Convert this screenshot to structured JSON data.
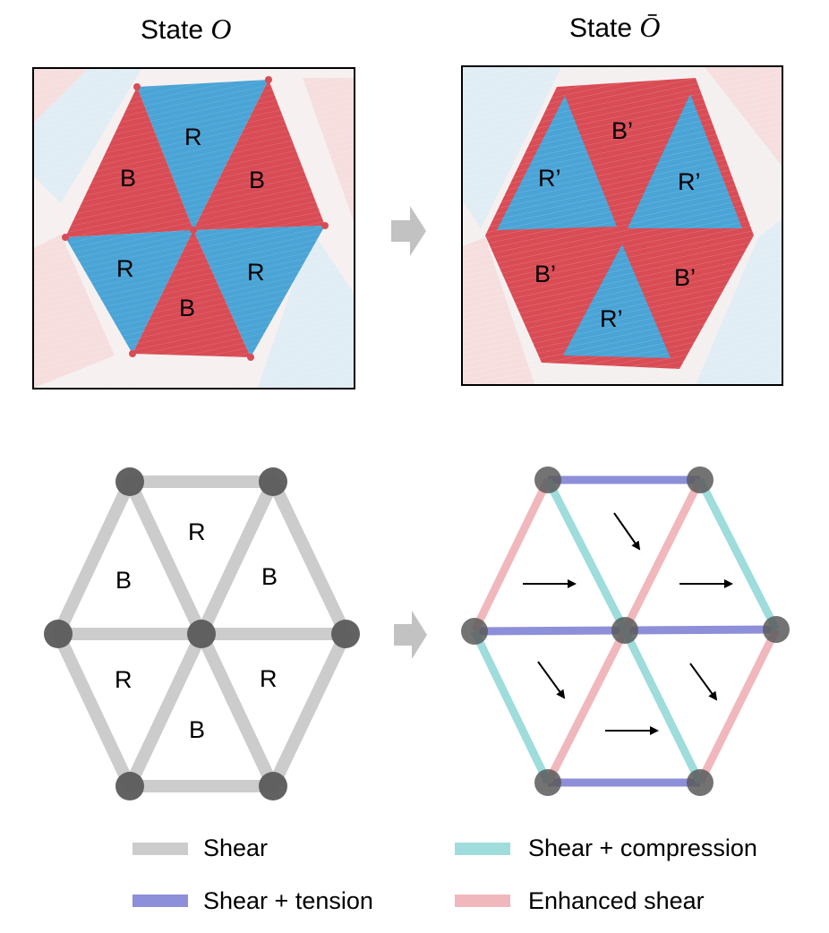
{
  "titles": {
    "left_prefix": "State",
    "left_symbol": "O",
    "right_prefix": "State",
    "right_symbol": "Ō"
  },
  "colors": {
    "red": "#d94c55",
    "blue": "#4aa4d6",
    "gray_line": "#cccccc",
    "node": "#5a5a5a",
    "tension": "#8d8fd9",
    "compression": "#9fdcdc",
    "enhanced": "#f0b8bc",
    "arrow_gray": "#c2c2c2"
  },
  "left_image": {
    "labels": {
      "top": "R",
      "upper_left": "B",
      "upper_right": "B",
      "lower_left": "R",
      "lower_right": "R",
      "bottom": "B"
    }
  },
  "right_image": {
    "labels": {
      "top": "B’",
      "upper_left": "R’",
      "upper_right": "R’",
      "lower_left": "B’",
      "lower_right": "B’",
      "bottom": "R’"
    }
  },
  "left_diagram": {
    "labels": {
      "top": "R",
      "upper_left": "B",
      "upper_right": "B",
      "lower_left": "R",
      "lower_right": "R",
      "bottom": "B"
    }
  },
  "legend": {
    "shear": "Shear",
    "shear_tension": "Shear + tension",
    "shear_compression": "Shear + compression",
    "enhanced_shear": "Enhanced shear"
  }
}
